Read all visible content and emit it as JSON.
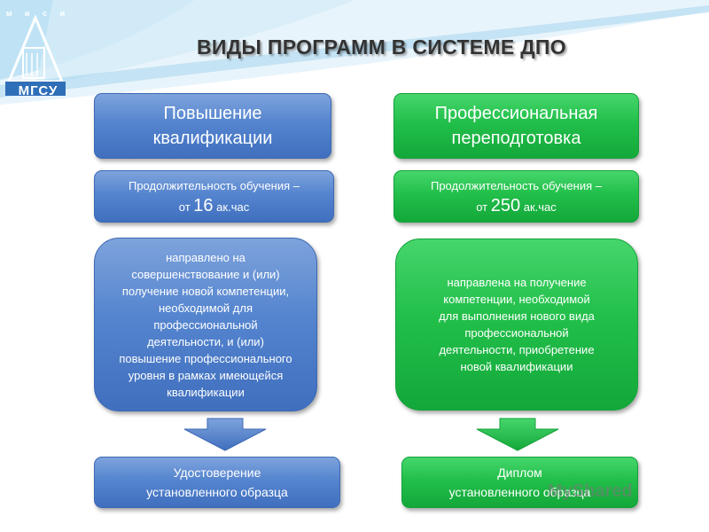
{
  "logo": {
    "caption": "м и с и",
    "name": "МГСУ"
  },
  "title": "ВИДЫ ПРОГРАММ В СИСТЕМЕ ДПО",
  "left": {
    "heading": [
      "Повышение",
      "квалификации"
    ],
    "duration_label": "Продолжительность обучения –",
    "duration_from": "от",
    "duration_value": "16",
    "duration_unit": "ак.час",
    "description": [
      "направлено на",
      "совершенствование и (или)",
      "получение новой компетенции,",
      "необходимой для",
      "профессиональной",
      "деятельности, и (или)",
      "повышение профессионального",
      "уровня в рамках имеющейся",
      "квалификации"
    ],
    "result": [
      "Удостоверение",
      "установленного образца"
    ]
  },
  "right": {
    "heading": [
      "Профессиональная",
      "переподготовка"
    ],
    "duration_label": "Продолжительность обучения –",
    "duration_from": "от",
    "duration_value": "250",
    "duration_unit": "ак.час",
    "description": [
      "направлена на получение",
      "компетенции, необходимой",
      "для выполнения нового вида",
      "профессиональной",
      "деятельности, приобретение",
      "новой квалификации"
    ],
    "result": [
      "Диплом",
      "установленного образца"
    ]
  },
  "watermark": "MyShared",
  "colors": {
    "blue": "#4f7fcc",
    "green": "#1fbb47",
    "title": "#333333"
  }
}
